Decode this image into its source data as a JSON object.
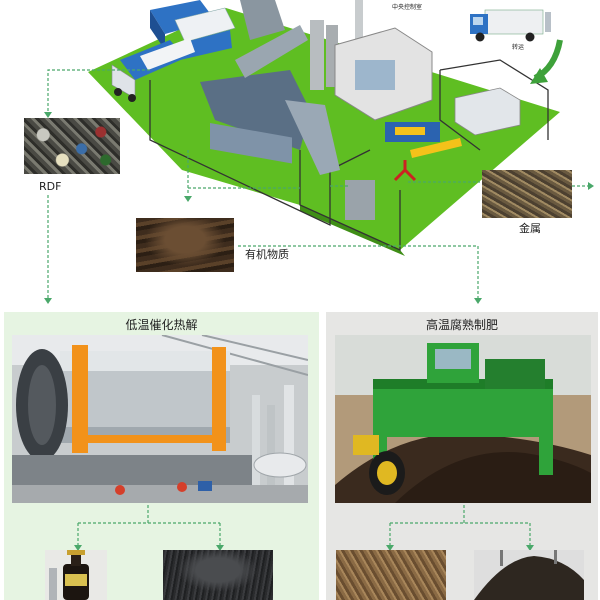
{
  "labels": {
    "control_room": "中央控制室",
    "truck_caption": "转运",
    "rdf": "RDF",
    "organic": "有机物质",
    "metal": "金属"
  },
  "panels": {
    "left_title": "低温催化热解",
    "right_title": "高温腐熟制肥"
  },
  "colors": {
    "floor": "#5fbe22",
    "arrow_dash": "#4aa86a",
    "panel_left_bg": "#e6f4e2",
    "panel_right_bg": "#e6e6e4"
  }
}
